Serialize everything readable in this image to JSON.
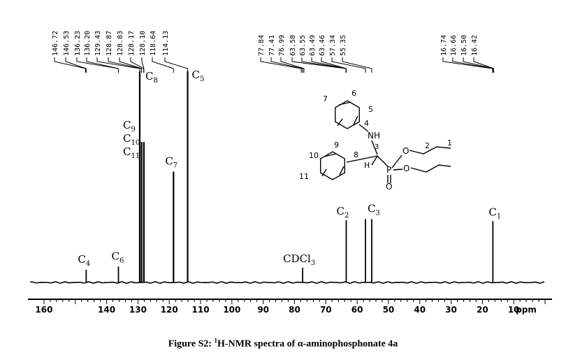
{
  "chart_data": {
    "type": "line",
    "title": "",
    "xlabel": "ppm",
    "ylabel": "",
    "xlim": [
      162,
      0
    ],
    "x_ticks": [
      "160",
      "140",
      "130",
      "120",
      "110",
      "100",
      "90",
      "80",
      "70",
      "60",
      "50",
      "40",
      "30",
      "20",
      "10"
    ],
    "x_unit": "ppm",
    "grid": false,
    "peaks": [
      {
        "ppm": 16.66,
        "height": 0.29,
        "label": "C1"
      },
      {
        "ppm": 55.35,
        "height": 0.3,
        "label": "C3"
      },
      {
        "ppm": 57.34,
        "height": 0.3,
        "label": ""
      },
      {
        "ppm": 63.49,
        "height": 0.295,
        "label": "C2"
      },
      {
        "ppm": 77.41,
        "height": 0.07,
        "label": "CDCl3"
      },
      {
        "ppm": 114.13,
        "height": 1.0,
        "label": "C5"
      },
      {
        "ppm": 118.64,
        "height": 0.525,
        "label": "C7"
      },
      {
        "ppm": 128.1,
        "height": 0.665,
        "label": ""
      },
      {
        "ppm": 128.83,
        "height": 0.665,
        "label": ""
      },
      {
        "ppm": 129.43,
        "height": 1.0,
        "label": "C8"
      },
      {
        "ppm": 136.23,
        "height": 0.075,
        "label": "C6"
      },
      {
        "ppm": 146.53,
        "height": 0.06,
        "label": "C4"
      }
    ],
    "peak_list_groups": [
      {
        "values": [
          "146.72",
          "146.53",
          "136.23",
          "136.20",
          "129.43",
          "128.87",
          "128.83",
          "128.17",
          "128.10",
          "118.64",
          "114.13"
        ],
        "ppm": [
          146.72,
          146.53,
          136.23,
          136.2,
          129.43,
          128.87,
          128.83,
          128.17,
          128.1,
          118.64,
          114.13
        ]
      },
      {
        "values": [
          "77.84",
          "77.41",
          "76.99",
          "63.58",
          "63.55",
          "63.49",
          "63.46",
          "57.34",
          "55.35"
        ],
        "ppm": [
          77.84,
          77.41,
          76.99,
          63.58,
          63.55,
          63.49,
          63.46,
          57.34,
          55.35
        ]
      },
      {
        "values": [
          "16.74",
          "16.66",
          "16.50",
          "16.42"
        ],
        "ppm": [
          16.74,
          16.66,
          16.5,
          16.42
        ]
      }
    ],
    "c9_c11_label": [
      "C9",
      "C10",
      "C11"
    ],
    "cdcl3_label": "CDCl3"
  },
  "structure": {
    "atom_numbers": [
      "7",
      "6",
      "5",
      "4",
      "NH",
      "3",
      "2",
      "1",
      "10",
      "9",
      "8",
      "H",
      "11",
      "P",
      "O",
      "O",
      "O"
    ]
  },
  "caption": {
    "prefix": "Figure S2: ",
    "superscript": "1",
    "text": "H-NMR spectra of α-aminophosphonate 4a"
  }
}
